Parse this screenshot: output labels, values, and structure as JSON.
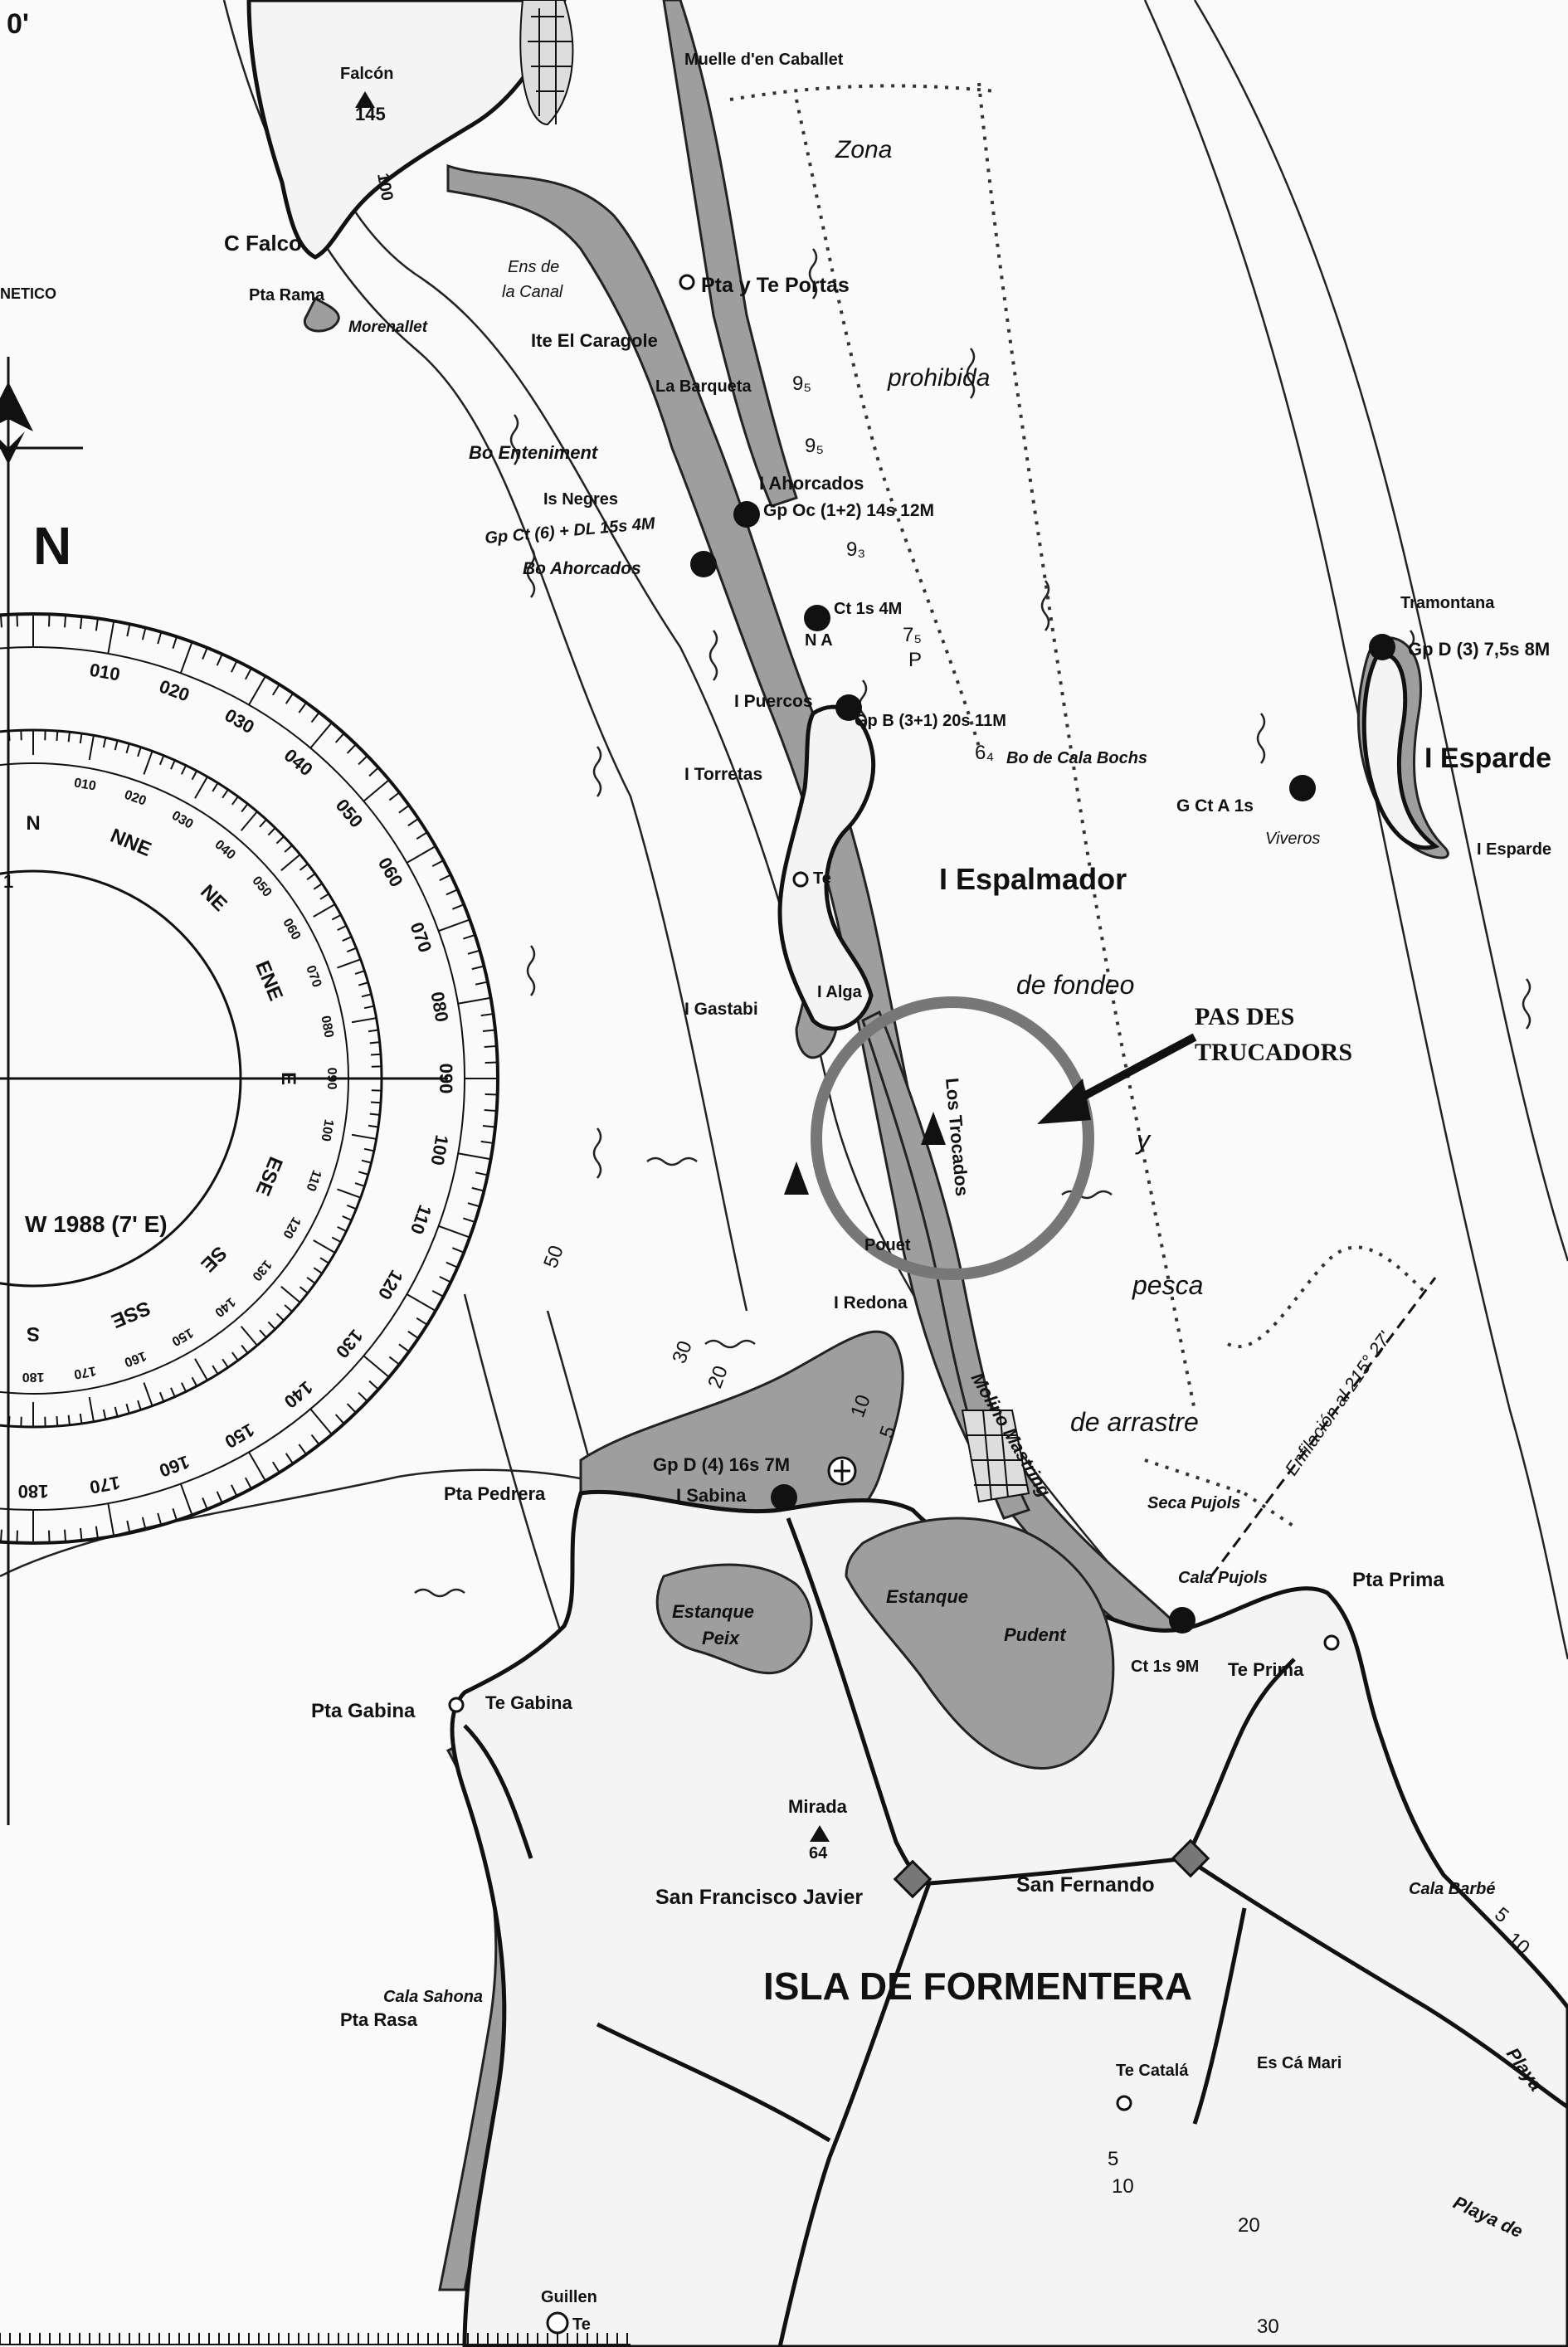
{
  "map": {
    "top_left_label": "0'",
    "compass": {
      "north_letter": "N",
      "magnetic_label": "NETICO",
      "variation_label": "W 1988 (7' E)",
      "directions": [
        "N",
        "NNE",
        "NE",
        "ENE",
        "E",
        "ESE",
        "SE",
        "SSE",
        "S"
      ],
      "outer_ticks": [
        "010",
        "020",
        "030",
        "040",
        "050",
        "060",
        "070",
        "080",
        "090",
        "100",
        "110",
        "120",
        "130",
        "140",
        "150",
        "160",
        "170",
        "180"
      ],
      "inner_ticks": [
        "010",
        "020",
        "030",
        "040",
        "050",
        "060",
        "070",
        "080",
        "090",
        "100",
        "110",
        "120",
        "130",
        "140",
        "150",
        "160",
        "170",
        "180"
      ],
      "inner_left_number": "1"
    },
    "places": {
      "falcon": "Falcón",
      "falcon_height": "145",
      "falcon_contour": "100",
      "c_falco": "C Falco",
      "pta_rama": "Pta Rama",
      "morenallet": "Morenallet",
      "ens_de": "Ens de",
      "la_canal": "la Canal",
      "pta_te_portas": "Pta y Te Portas",
      "ite_el_caragole": "Ite El Caragole",
      "la_barqueta": "La Barqueta",
      "bo_enteniment": "Bo Enteniment",
      "is_negres": "Is Negres",
      "i_ahorcados": "I Ahorcados",
      "gp_oc": "Gp Oc (1+2) 14s 12M",
      "gp_ct": "Gp Ct (6) + DL 15s 4M",
      "bo_ahorcados": "Bo Ahorcados",
      "ct_1s_4m": "Ct 1s 4M",
      "n_a": "N A",
      "i_puercos": "I Puercos",
      "gp_b": "Gp B (3+1) 20s 11M",
      "bo_cala_bochs": "Bo de Cala Bochs",
      "i_torretas": "I Torretas",
      "g_ct_a_1s": "G Ct A 1s",
      "viveros": "Viveros",
      "te": "Te",
      "i_espalmador": "I Espalmador",
      "i_gastabi": "I Gastabi",
      "i_alga": "I Alga",
      "los_trocados": "Los Trocados",
      "pouet": "Pouet",
      "i_redona": "I Redona",
      "gp_d_sabina": "Gp D (4) 16s 7M",
      "i_sabina": "I Sabina",
      "pta_pedrera": "Pta Pedrera",
      "molino_mastring": "Molino Mastring",
      "estanque_peix_1": "Estanque",
      "estanque_peix_2": "Peix",
      "estanque_pudent_1": "Estanque",
      "estanque_pudent_2": "Pudent",
      "seca_pujols": "Seca Pujols",
      "cala_pujols": "Cala Pujols",
      "pta_prima": "Pta Prima",
      "ct_1s_9m": "Ct 1s 9M",
      "te_prima": "Te Prima",
      "pta_gabina": "Pta Gabina",
      "te_gabina": "Te Gabina",
      "mirada": "Mirada",
      "mirada_height": "64",
      "san_francisco": "San Francisco Javier",
      "san_fernando": "San Fernando",
      "isla_formentera": "ISLA DE FORMENTERA",
      "cala_sahona": "Cala Sahona",
      "pta_rasa": "Pta Rasa",
      "te_catala": "Te Catalá",
      "es_ca_mari": "Es Cá Mari",
      "cala_barbe": "Cala Barbé",
      "playa": "Playa",
      "playa_de": "Playa de",
      "tramontana": "Tramontana",
      "gp_d_espardell": "Gp D (3) 7,5s 8M",
      "i_espardell": "I Esparde",
      "i_espardell_small": "I Esparde",
      "guillen": "Guillen",
      "te_guillen": "Te",
      "muelle": "Muelle d'en Caballet",
      "enfilacion": "Enfilación al 215° 27'"
    },
    "zone_text": {
      "zona": "Zona",
      "prohibida": "prohibida",
      "de_fondeo": "de fondeo",
      "y": "y",
      "pesca": "pesca",
      "de_arrastre": "de arrastre"
    },
    "depths": {
      "d5": "5",
      "d10": "10",
      "d20": "20",
      "d30": "30",
      "d50": "50",
      "d10b": "10",
      "d5b": "5",
      "d20b": "20",
      "d30b": "30",
      "d5c": "5",
      "d10c": "10",
      "d9a": "9₅",
      "d9b": "9₅",
      "d9c": "9₃",
      "d7": "7₅",
      "d6": "6₄",
      "p": "P"
    },
    "highlight": {
      "title_line1": "PAS DES",
      "title_line2": "TRUCADORS",
      "circle_color": "#777777"
    },
    "colors": {
      "shoal": "#9e9e9e",
      "land": "#f4f4f4",
      "ink": "#111111"
    }
  }
}
